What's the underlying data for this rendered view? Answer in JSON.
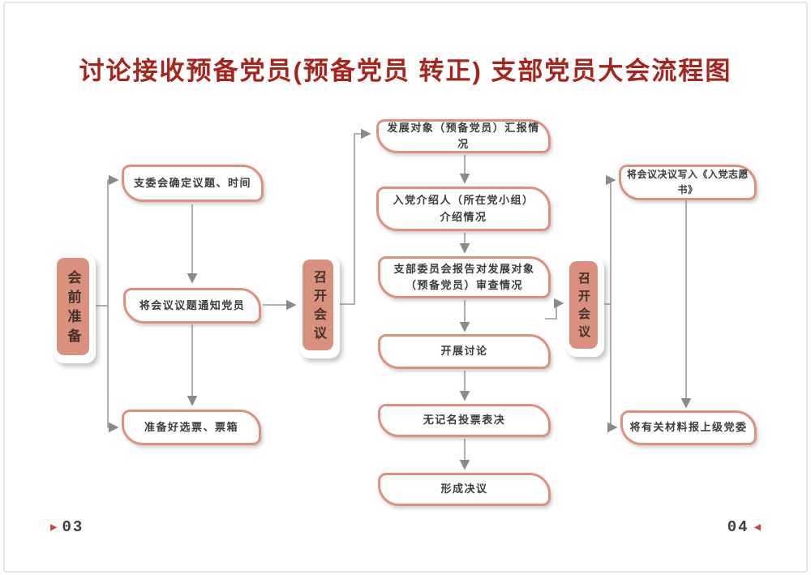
{
  "title": "讨论接收预备党员(预备党员 转正) 支部党员大会流程图",
  "colors": {
    "title_red": "#a6241c",
    "stage_fill": "#d9907c",
    "box_border": "#dd9080",
    "line_gray": "#9a9a9a",
    "text_dark": "#3b3b3b",
    "pager_red": "#c4463c"
  },
  "stages": {
    "pre": {
      "label": "会前准备"
    },
    "meeting": {
      "label": "召开会议"
    },
    "meeting2": {
      "label": "召开会议"
    }
  },
  "steps": {
    "left": [
      {
        "lines": [
          "支委会确定议题、时间"
        ]
      },
      {
        "lines": [
          "将会议议题通知党员"
        ]
      },
      {
        "lines": [
          "准备好选票、票箱"
        ]
      }
    ],
    "middle": [
      {
        "lines": [
          "发展对象（预备党员）汇报情况"
        ]
      },
      {
        "lines": [
          "入党介绍人（所在党小组）",
          "介绍情况"
        ]
      },
      {
        "lines": [
          "支部委员会报告对发展对象",
          "（预备党员）审查情况"
        ]
      },
      {
        "lines": [
          "开展讨论"
        ]
      },
      {
        "lines": [
          "无记名投票表决"
        ]
      },
      {
        "lines": [
          "形成决议"
        ]
      }
    ],
    "right": [
      {
        "lines": [
          "将会议决议写入《入党志愿书》"
        ]
      },
      {
        "lines": [
          "将有关材料报上级党委"
        ]
      }
    ]
  },
  "footer": {
    "left_marker": "▶",
    "left_page": "03",
    "right_page": "04",
    "right_marker": "◀"
  }
}
